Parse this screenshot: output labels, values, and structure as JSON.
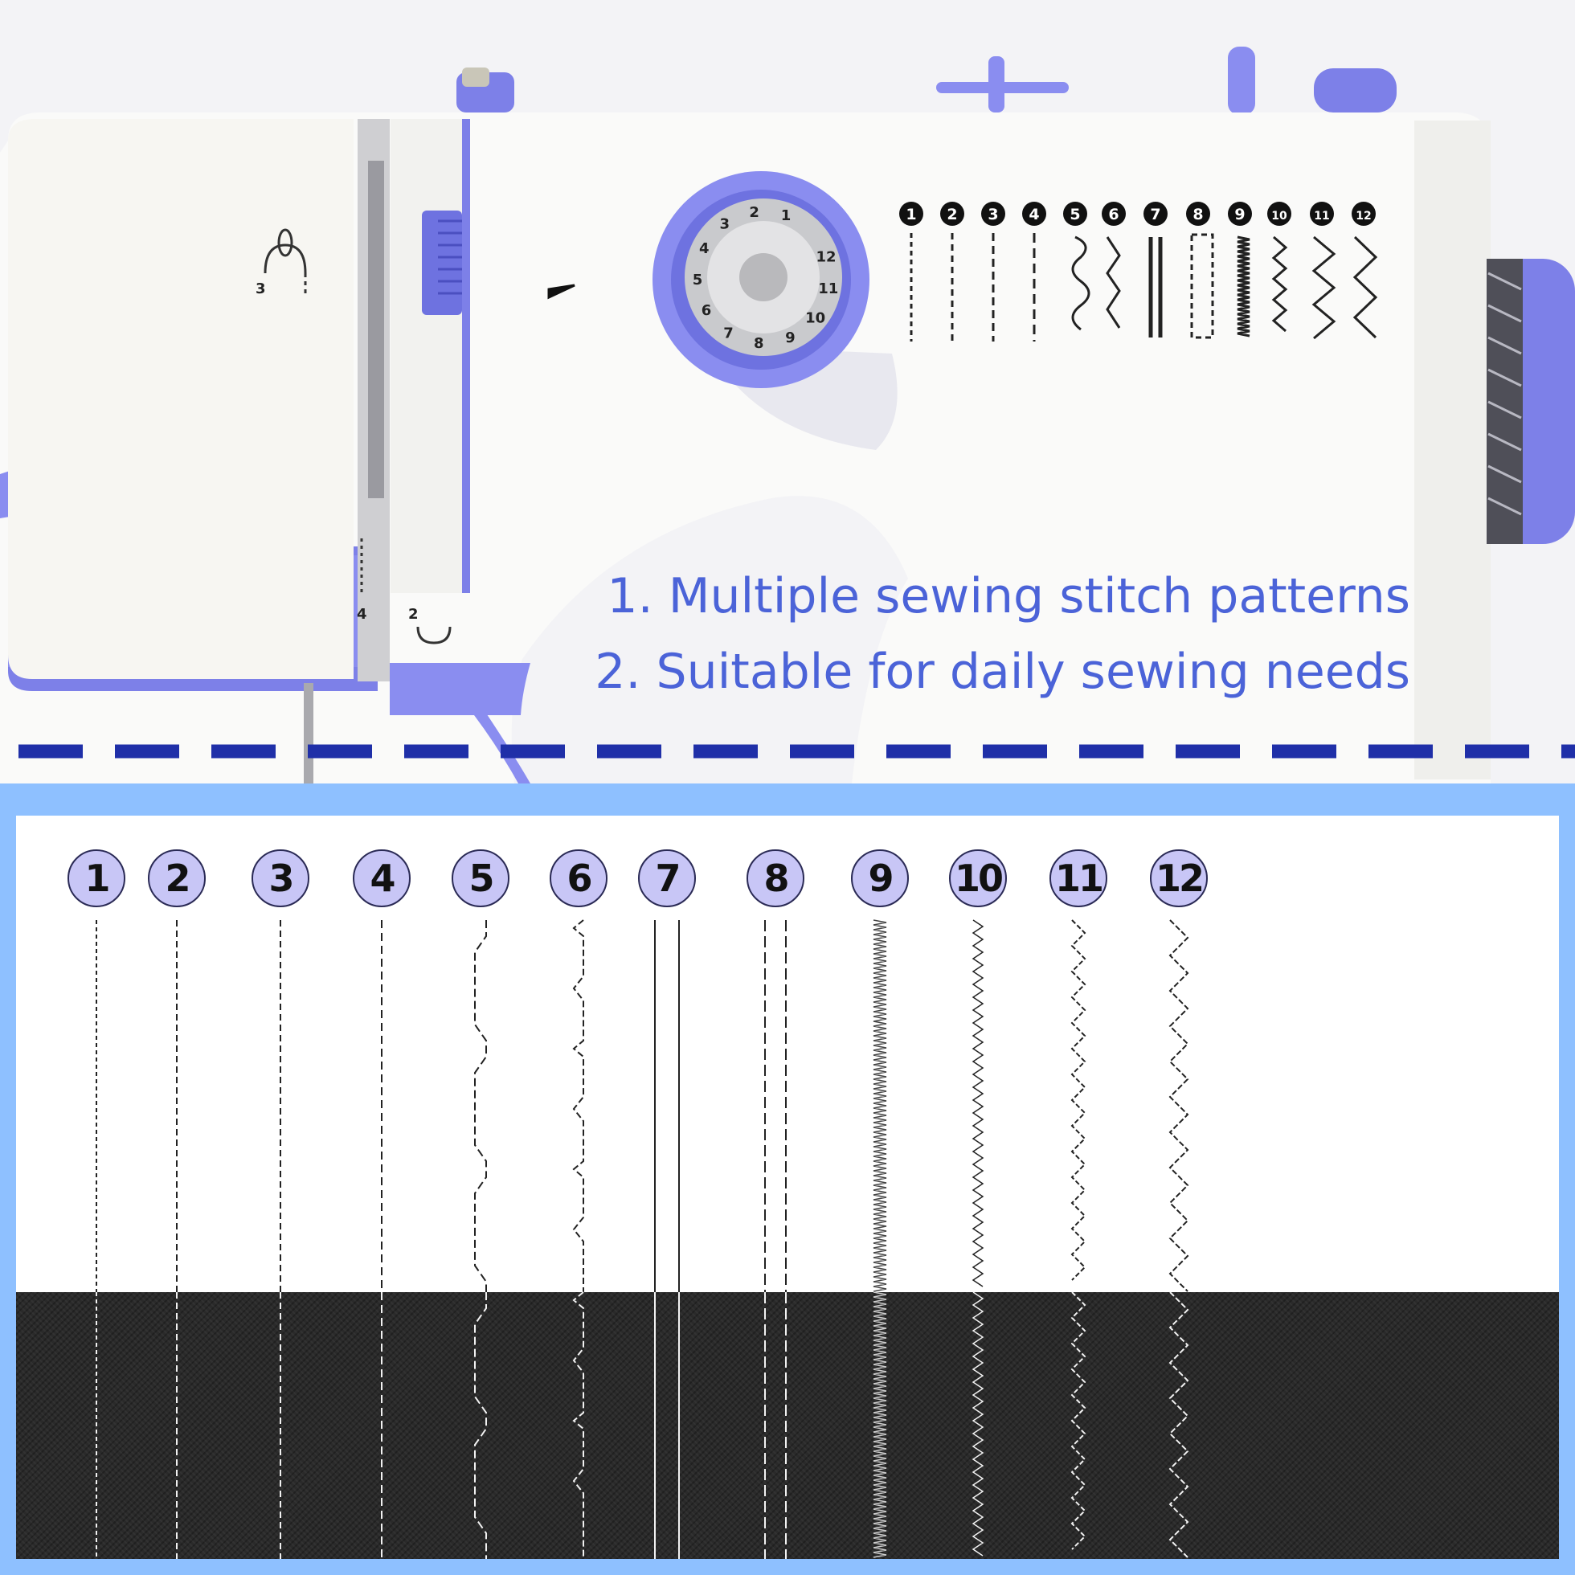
{
  "features": [
    "1. Multiple sewing stitch patterns",
    "2. Suitable for daily sewing needs"
  ],
  "machine": {
    "dial_numbers": [
      "1",
      "2",
      "3",
      "4",
      "5",
      "6",
      "7",
      "8",
      "9",
      "10",
      "11",
      "12"
    ],
    "stitch_panel_numbers": [
      "1",
      "2",
      "3",
      "4",
      "5",
      "6",
      "7",
      "8",
      "9",
      "10",
      "11",
      "12"
    ],
    "thread_guide_labels": [
      "3",
      "4",
      "2"
    ]
  },
  "stitch_samples": [
    {
      "number": "1",
      "pattern": "straight-fine"
    },
    {
      "number": "2",
      "pattern": "straight"
    },
    {
      "number": "3",
      "pattern": "straight"
    },
    {
      "number": "4",
      "pattern": "straight-long"
    },
    {
      "number": "5",
      "pattern": "blind-hem"
    },
    {
      "number": "6",
      "pattern": "stretch-blind-hem"
    },
    {
      "number": "7",
      "pattern": "double-straight"
    },
    {
      "number": "8",
      "pattern": "double-dashed"
    },
    {
      "number": "9",
      "pattern": "satin"
    },
    {
      "number": "10",
      "pattern": "fine-zigzag"
    },
    {
      "number": "11",
      "pattern": "zigzag"
    },
    {
      "number": "12",
      "pattern": "wide-zigzag"
    }
  ],
  "colors": {
    "accent": "#7a7ee6",
    "text_blue": "#4b63d8",
    "divider": "#1f2fa8",
    "panel_border": "#8ec0ff",
    "badge_fill": "#c8c6f6",
    "fabric": "#2a2a2a"
  }
}
